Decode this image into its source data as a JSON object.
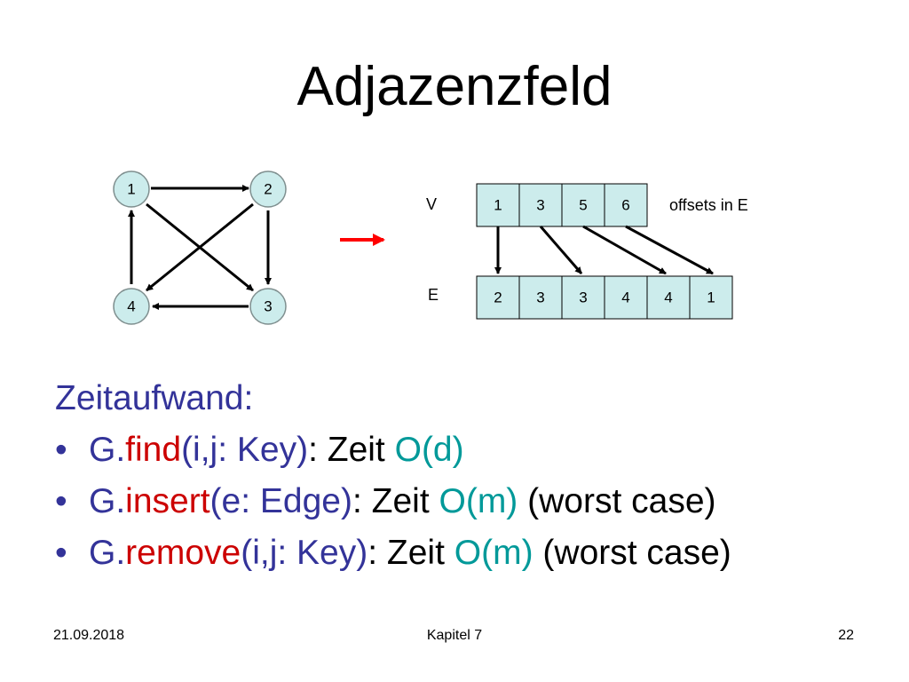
{
  "title": "Adjazenzfeld",
  "graph": {
    "nodes": [
      "1",
      "2",
      "3",
      "4"
    ]
  },
  "array": {
    "v_label": "V",
    "e_label": "E",
    "offsets_label": "offsets in E",
    "v_values": [
      "1",
      "3",
      "5",
      "6"
    ],
    "e_values": [
      "2",
      "3",
      "3",
      "4",
      "4",
      "1"
    ]
  },
  "colors": {
    "heading": "#333399",
    "method": "#cc0000",
    "complexity": "#009999",
    "cell_fill": "#ccecec",
    "arrow": "#ff0000"
  },
  "content": {
    "heading": "Zeitaufwand:",
    "bullets": [
      {
        "prefix": "G.",
        "method": "find",
        "args": "(i,j: Key)",
        "sep": ": Zeit ",
        "complexity": "O(d)",
        "suffix": ""
      },
      {
        "prefix": "G.",
        "method": "insert",
        "args": "(e: Edge)",
        "sep": ": Zeit ",
        "complexity": "O(m)",
        "suffix": " (worst case)"
      },
      {
        "prefix": "G.",
        "method": "remove",
        "args": "(i,j: Key)",
        "sep": ": Zeit ",
        "complexity": "O(m)",
        "suffix": " (worst case)"
      }
    ]
  },
  "footer": {
    "date": "21.09.2018",
    "chapter": "Kapitel 7",
    "page": "22"
  }
}
